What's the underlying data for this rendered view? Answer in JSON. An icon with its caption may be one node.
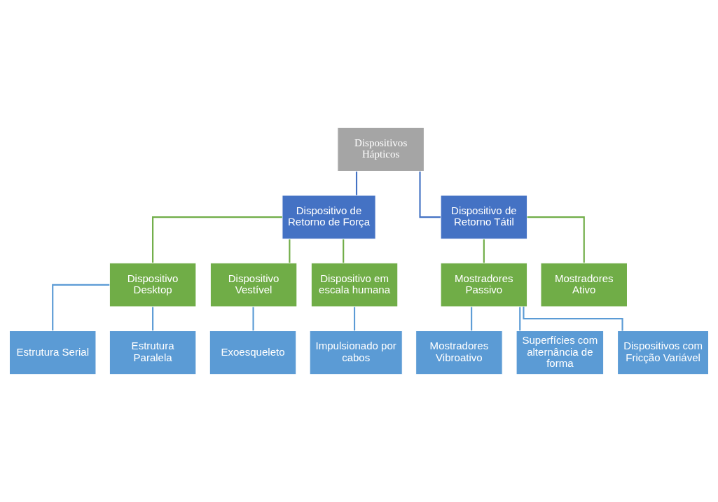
{
  "diagram": {
    "nodes": [
      {
        "text": [
          "Dispositivos Hápticos"
        ]
      },
      {
        "text": [
          "Dispositivo de Retorno de Força"
        ]
      },
      {
        "text": [
          "Dispositivo de Retorno Tátil"
        ]
      },
      {
        "text": [
          "Dispositivo Desktop"
        ]
      },
      {
        "text": [
          "Dispositivo Vestível"
        ]
      },
      {
        "text": [
          "Dispositivo em escala humana"
        ]
      },
      {
        "text": [
          "Mostradores Passivo"
        ]
      },
      {
        "text": [
          "Mostradores Ativo"
        ]
      },
      {
        "text": [
          "Estrutura Serial"
        ]
      },
      {
        "text": [
          "Estrutura Paralela"
        ]
      },
      {
        "text": [
          "Exoesqueleto"
        ]
      },
      {
        "text": [
          "Impulsionado por cabos"
        ]
      },
      {
        "text": [
          "Mostradores Vibroativo"
        ]
      },
      {
        "text": [
          "Superfícies com alternância de forma"
        ]
      },
      {
        "text": [
          "Dispositivos com Fricção Variável"
        ]
      }
    ],
    "edges": [
      {
        "from": 0,
        "to": 1,
        "arrow": "none",
        "color": "#4472c4"
      },
      {
        "from": 0,
        "to": 2,
        "arrow": "none",
        "color": "#4472c4"
      },
      {
        "from": 1,
        "to": 3,
        "arrow": "none",
        "color": "#70ad47"
      },
      {
        "from": 1,
        "to": 4,
        "arrow": "none",
        "color": "#70ad47"
      },
      {
        "from": 1,
        "to": 5,
        "arrow": "none",
        "color": "#70ad47"
      },
      {
        "from": 2,
        "to": 6,
        "arrow": "none",
        "color": "#70ad47"
      },
      {
        "from": 2,
        "to": 7,
        "arrow": "none",
        "color": "#70ad47"
      },
      {
        "from": 3,
        "to": 8,
        "arrow": "none"
      },
      {
        "from": 3,
        "to": 9,
        "arrow": "none"
      },
      {
        "from": 4,
        "to": 10,
        "arrow": "none"
      },
      {
        "from": 5,
        "to": 11,
        "arrow": "none"
      },
      {
        "from": 6,
        "to": 12,
        "arrow": "none"
      },
      {
        "from": 6,
        "to": 13,
        "arrow": "none"
      },
      {
        "from": 6,
        "to": 14,
        "arrow": "none"
      }
    ]
  }
}
